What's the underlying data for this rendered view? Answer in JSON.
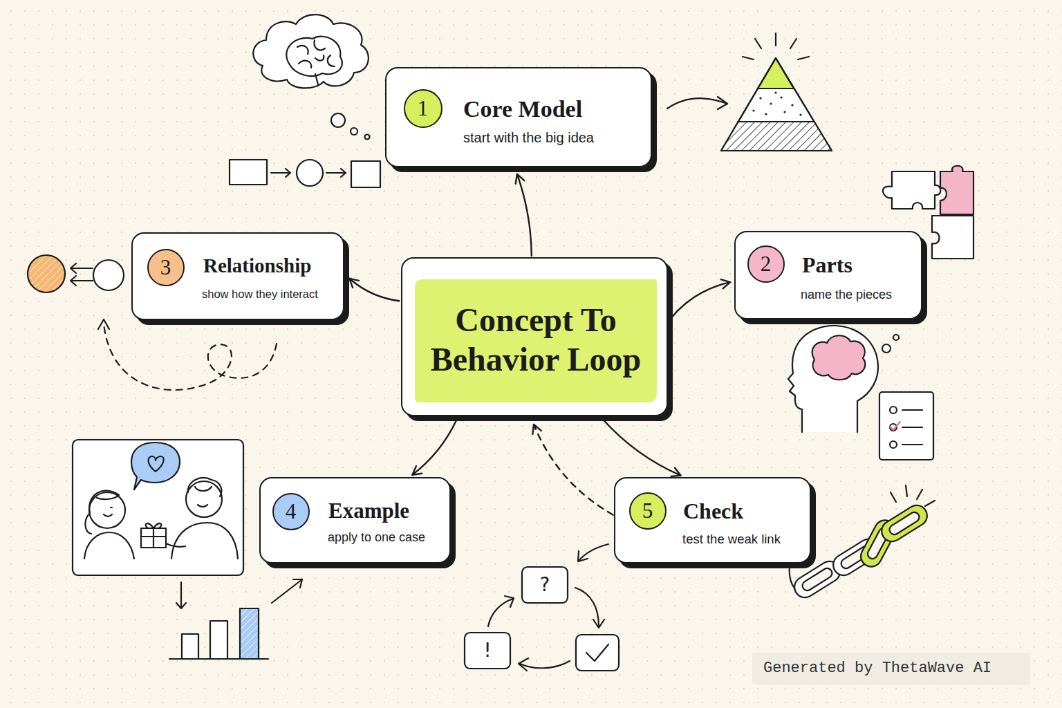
{
  "diagram": {
    "nodes": [
      {
        "text": [
          "Concept To Behavior Loop"
        ]
      },
      {
        "text": [
          "Core Model",
          "start with the big idea"
        ]
      },
      {
        "text": [
          "1"
        ],
        "in": 1
      },
      {
        "text": [
          "Parts",
          "name the pieces"
        ]
      },
      {
        "text": [
          "2"
        ],
        "in": 3
      },
      {
        "text": [
          "Relationship",
          "show how they interact"
        ]
      },
      {
        "text": [
          "3"
        ],
        "in": 5
      },
      {
        "text": [
          "Example",
          "apply to one case"
        ]
      },
      {
        "text": [
          "4"
        ],
        "in": 7
      },
      {
        "text": [
          "Check",
          "test the weak link"
        ]
      },
      {
        "text": [
          "5"
        ],
        "in": 9
      }
    ],
    "edges": [
      {
        "from": 0,
        "to": 1,
        "arrow": "to"
      },
      {
        "from": 0,
        "to": 3,
        "arrow": "to"
      },
      {
        "from": 0,
        "to": 5,
        "arrow": "to"
      },
      {
        "from": 0,
        "to": 7,
        "arrow": "to"
      },
      {
        "from": 0,
        "to": 9,
        "arrow": "to"
      },
      {
        "from": 9,
        "to": 0,
        "arrow": "to"
      }
    ],
    "labels": [
      "?",
      "!",
      "Generated by ThetaWave AI"
    ]
  }
}
